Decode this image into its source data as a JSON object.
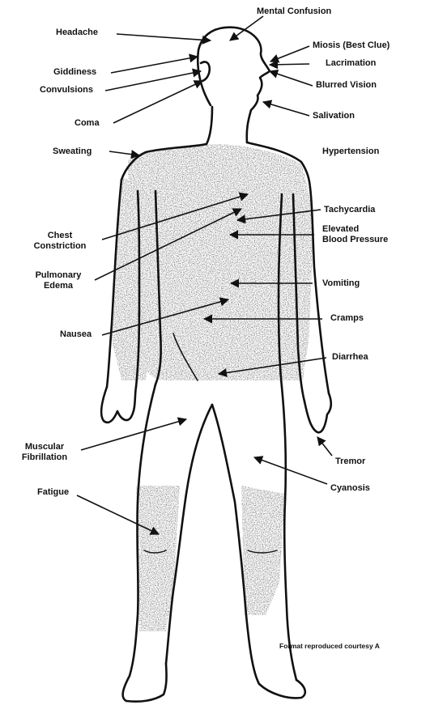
{
  "labels": {
    "mental_confusion": "Mental Confusion",
    "headache": "Headache",
    "miosis": "Miosis (Best Clue)",
    "lacrimation": "Lacrimation",
    "giddiness": "Giddiness",
    "convulsions": "Convulsions",
    "blurred_vision": "Blurred Vision",
    "coma": "Coma",
    "salivation": "Salivation",
    "sweating": "Sweating",
    "hypertension": "Hypertension",
    "tachycardia": "Tachycardia",
    "chest_constriction_1": "Chest",
    "chest_constriction_2": "Constriction",
    "elevated_bp_1": "Elevated",
    "elevated_bp_2": "Blood Pressure",
    "pulmonary_edema_1": "Pulmonary",
    "pulmonary_edema_2": "Edema",
    "vomiting": "Vomiting",
    "nausea": "Nausea",
    "cramps": "Cramps",
    "diarrhea": "Diarrhea",
    "muscular_fibrillation_1": "Muscular",
    "muscular_fibrillation_2": "Fibrillation",
    "tremor": "Tremor",
    "cyanosis": "Cyanosis",
    "fatigue": "Fatigue"
  },
  "credit": "Format reproduced courtesy A",
  "colors": {
    "ink": "#111111",
    "paper": "#ffffff",
    "stipple": "#2a2a2a"
  }
}
